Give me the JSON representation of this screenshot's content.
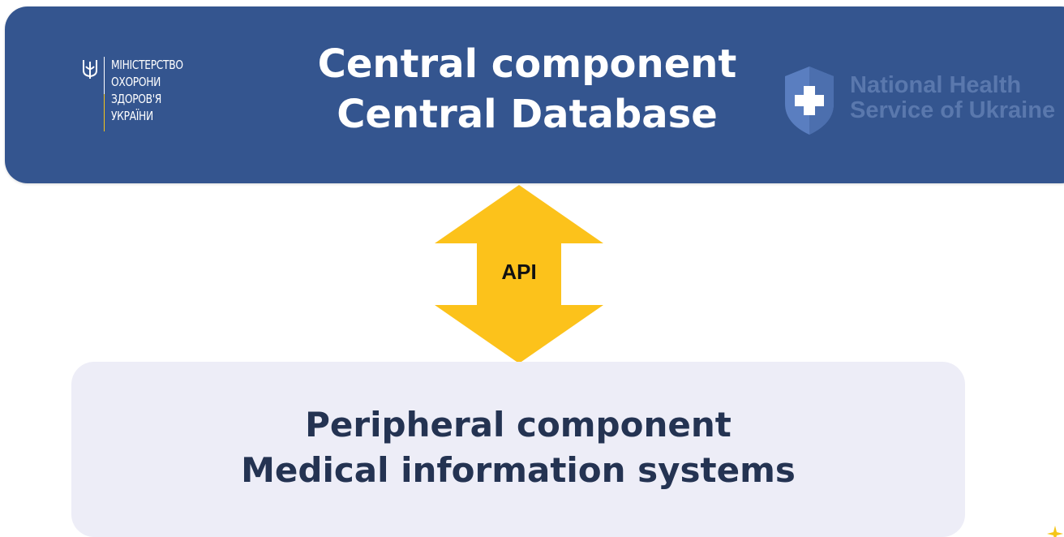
{
  "central": {
    "title_line1": "Central component",
    "title_line2": "Central Database"
  },
  "moh_logo": {
    "line1": "МІНІСТЕРСТВО",
    "line2": "ОХОРОНИ",
    "line3": "ЗДОРОВ'Я",
    "line4": "УКРАЇНИ"
  },
  "nhsu_logo": {
    "line1": "National Health",
    "line2": "Service of Ukraine"
  },
  "connector": {
    "label": "API"
  },
  "peripheral": {
    "title_line1": "Peripheral component",
    "title_line2": "Medical information systems"
  },
  "colors": {
    "central_bg": "#34558f",
    "peripheral_bg": "#ededf7",
    "arrow": "#fcc21b",
    "peripheral_text": "#243352",
    "nhsu_text": "#5a78ad"
  },
  "icons": [
    "trident-icon",
    "nhsu-shield-icon",
    "corner-star-icon"
  ]
}
